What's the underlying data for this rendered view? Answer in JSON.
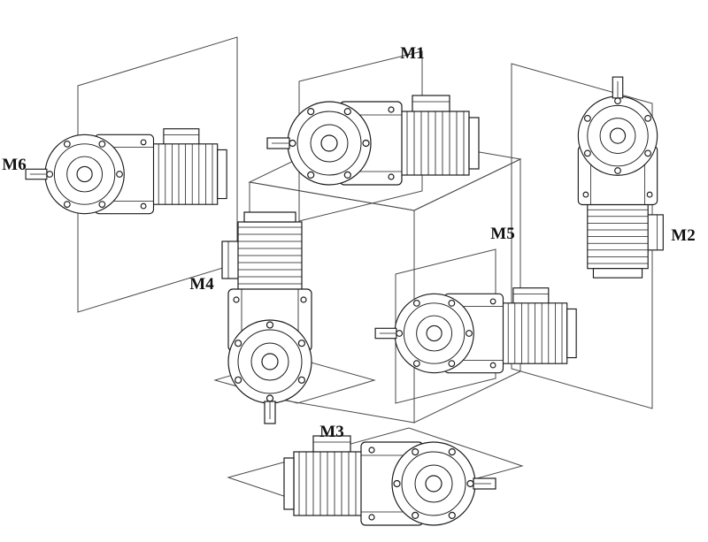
{
  "figure": {
    "background": "#ffffff",
    "line_color": "#1a1a1a",
    "construction_line_color": "#4a4a4a"
  },
  "positions": [
    {
      "id": "m1",
      "label": "M1",
      "illustration": "horizontal-gearmotor-shaft-left"
    },
    {
      "id": "m2",
      "label": "M2",
      "illustration": "vertical-gearmotor-shaft-up"
    },
    {
      "id": "m3",
      "label": "M3",
      "illustration": "horizontal-gearmotor-shaft-right"
    },
    {
      "id": "m4",
      "label": "M4",
      "illustration": "vertical-gearmotor-shaft-down"
    },
    {
      "id": "m5",
      "label": "M5",
      "illustration": "horizontal-gearmotor-shaft-left"
    },
    {
      "id": "m6",
      "label": "M6",
      "illustration": "horizontal-gearmotor-shaft-left"
    }
  ]
}
